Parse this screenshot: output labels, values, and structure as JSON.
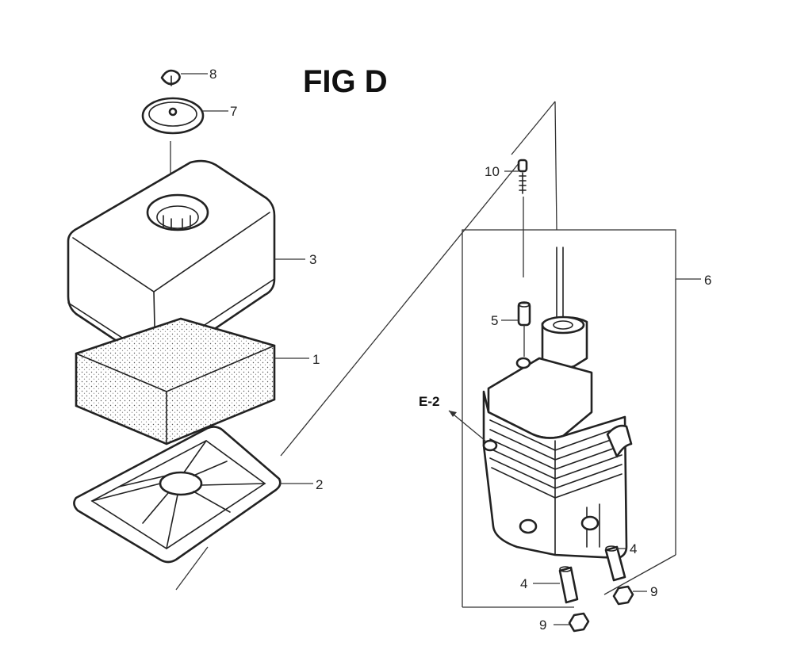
{
  "figure": {
    "title": "FIG D"
  },
  "reference": {
    "label": "E-2"
  },
  "callouts": {
    "c1": "1",
    "c2": "2",
    "c3": "3",
    "c4a": "4",
    "c4b": "4",
    "c5": "5",
    "c6": "6",
    "c7": "7",
    "c8": "8",
    "c9a": "9",
    "c9b": "9",
    "c10": "10"
  }
}
